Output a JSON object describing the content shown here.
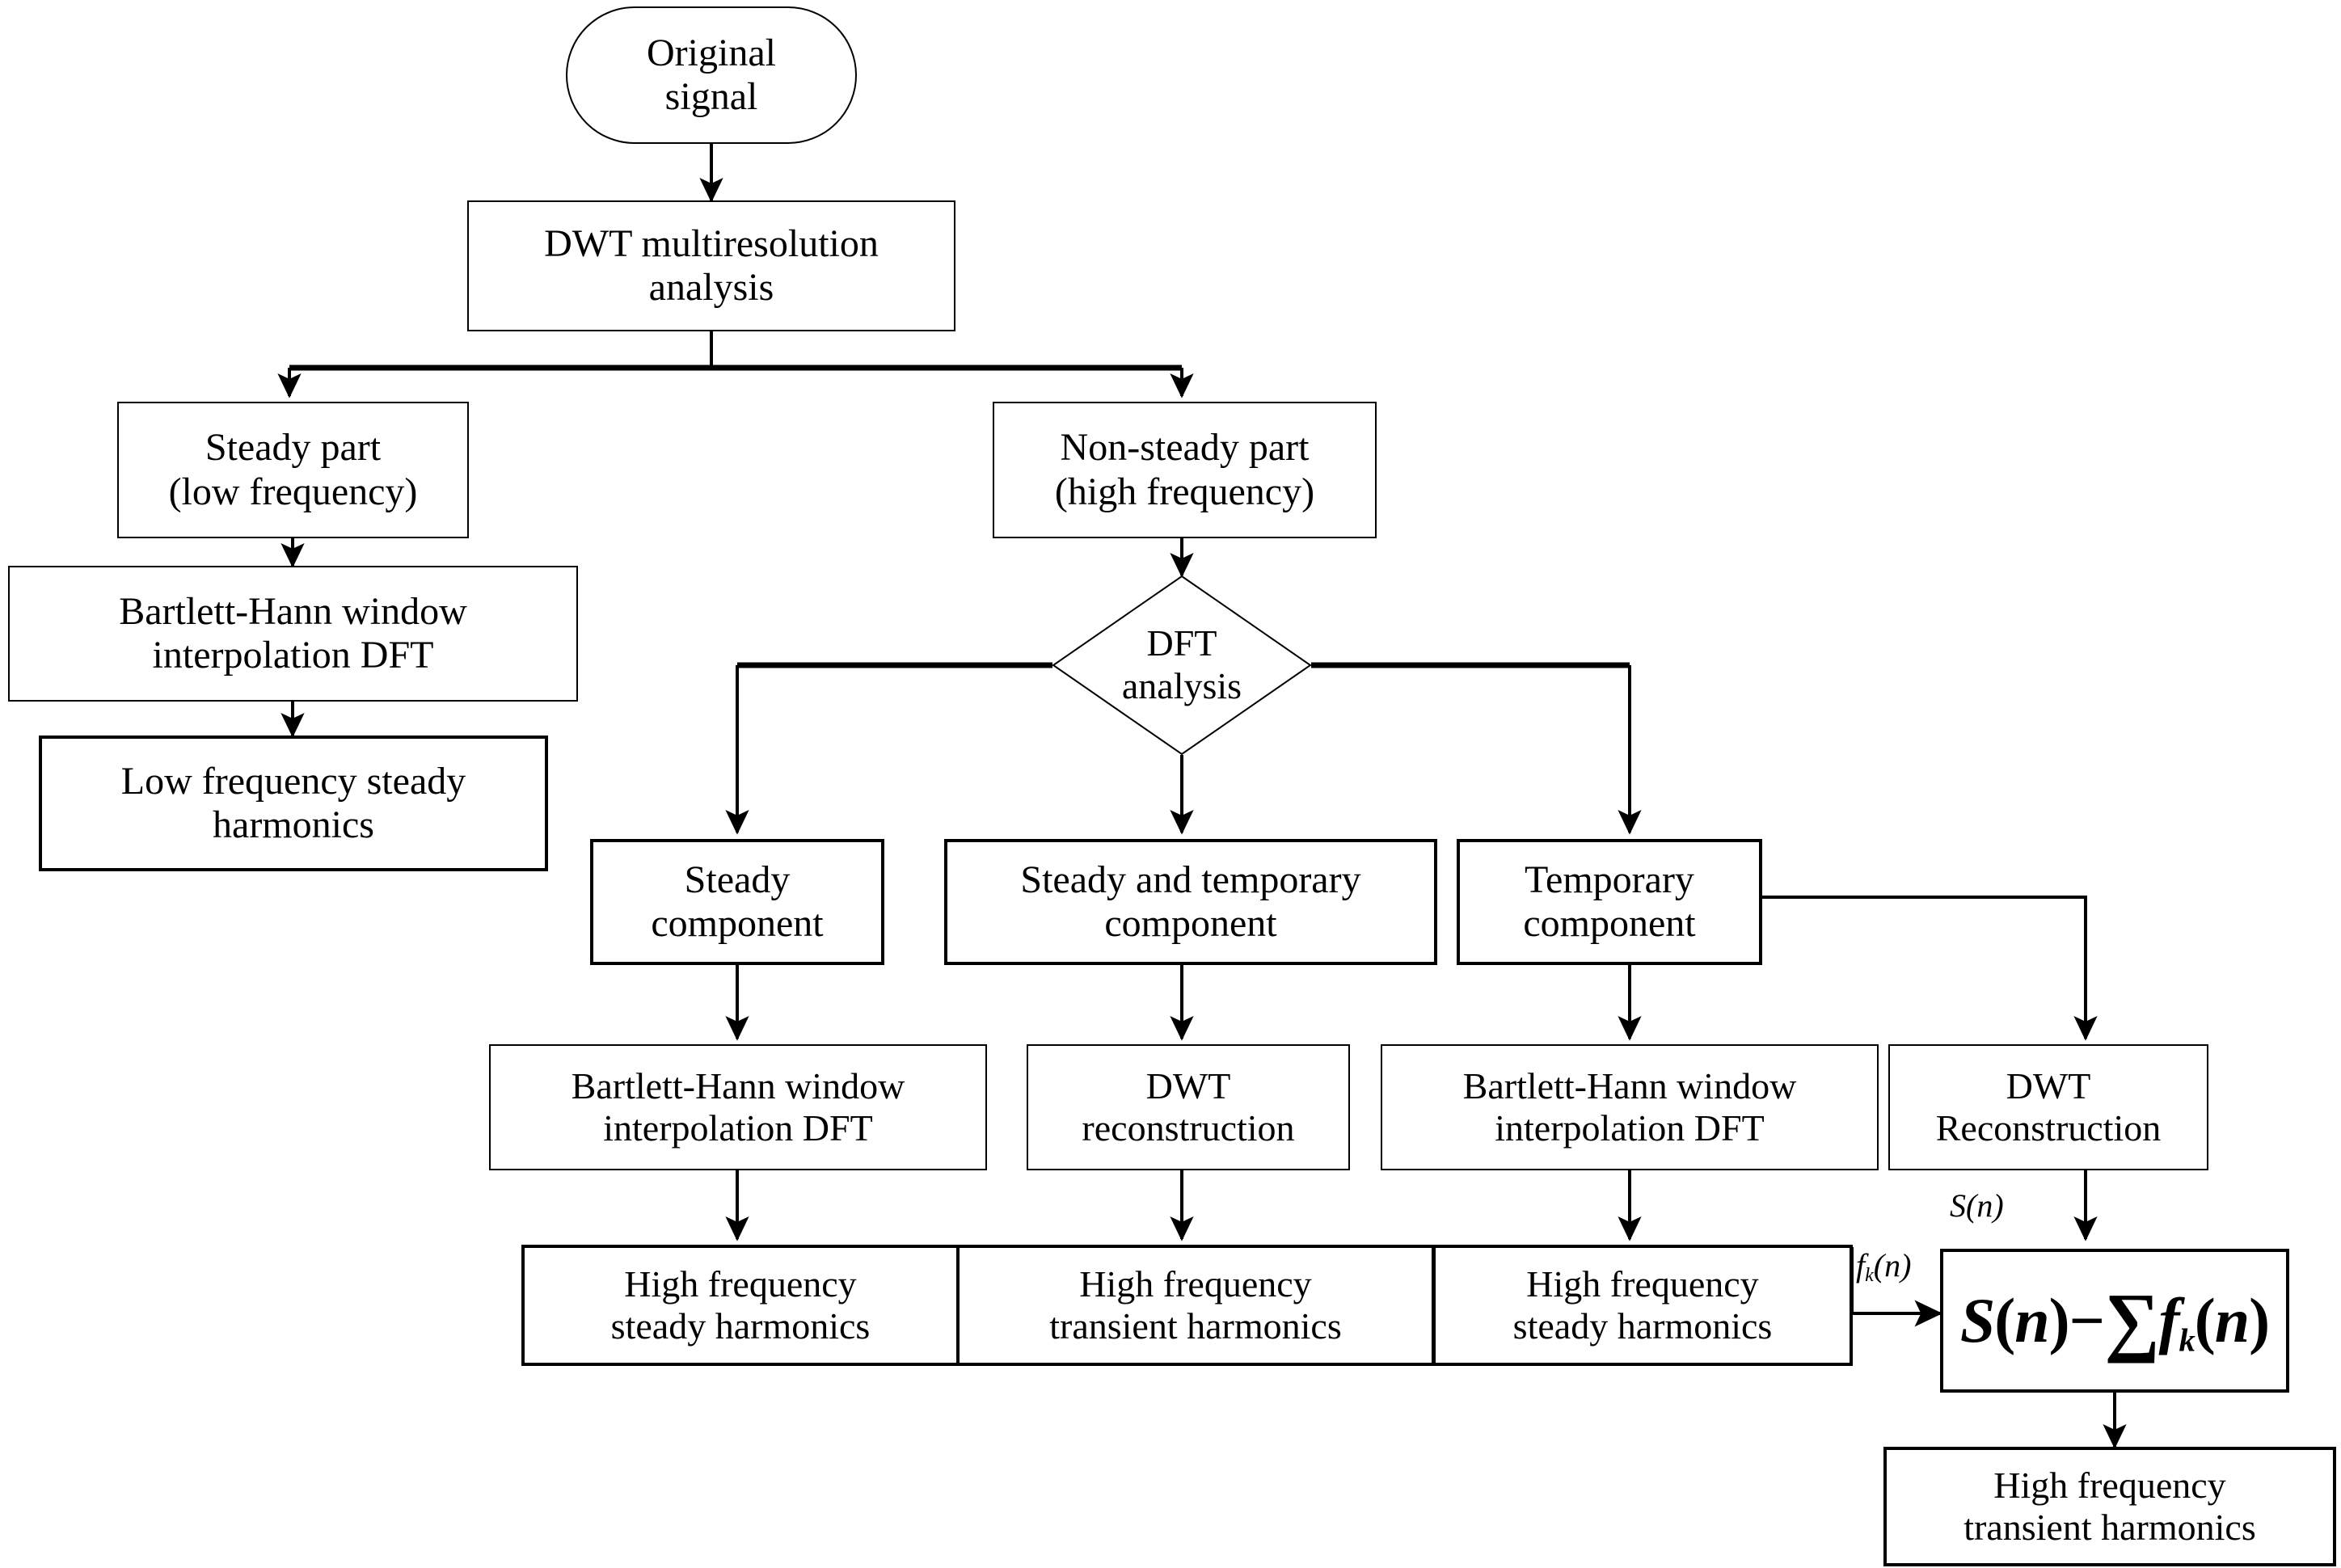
{
  "diagram": {
    "title": "DWT + Bartlett-Hann window interpolation DFT harmonic analysis flowchart",
    "type": "flowchart",
    "colors": {
      "stroke": "#000000",
      "fill": "#ffffff",
      "text": "#000000"
    },
    "nodes": {
      "original_signal": "Original\nsignal",
      "dwt_multiresolution": "DWT multiresolution\nanalysis",
      "steady_part": "Steady part\n(low frequency)",
      "non_steady_part": "Non-steady part\n(high frequency)",
      "bartlett_left": "Bartlett-Hann window\ninterpolation DFT",
      "low_freq_steady": "Low frequency steady\nharmonics",
      "dft_analysis": "DFT\nanalysis",
      "steady_component": "Steady\ncomponent",
      "steady_temporary_component": "Steady and temporary\ncomponent",
      "temporary_component": "Temporary\ncomponent",
      "bartlett_c1": "Bartlett-Hann window\ninterpolation DFT",
      "dwt_reconstruction_c2": "DWT\nreconstruction",
      "bartlett_c3": "Bartlett-Hann window\ninterpolation DFT",
      "dwt_reconstruction_c4": "DWT\nReconstruction",
      "high_freq_steady_1": "High frequency\nsteady harmonics",
      "high_freq_transient_1": "High frequency\ntransient harmonics",
      "high_freq_steady_2": "High frequency\nsteady harmonics",
      "high_freq_transient_2": "High frequency\ntransient harmonics"
    },
    "formula": {
      "subtract_box": "S(n)−∑f_k(n)",
      "s_of_n": "S(n)",
      "minus": "−",
      "sigma": "∑",
      "f_k": "f",
      "f_k_sub": "k",
      "f_k_arg": "(n)"
    },
    "edge_labels": {
      "s_of_n": "S(n)",
      "f_k_of_n_prefix": "f",
      "f_k_of_n_sub": "k",
      "f_k_of_n_suffix": "(n)"
    }
  }
}
